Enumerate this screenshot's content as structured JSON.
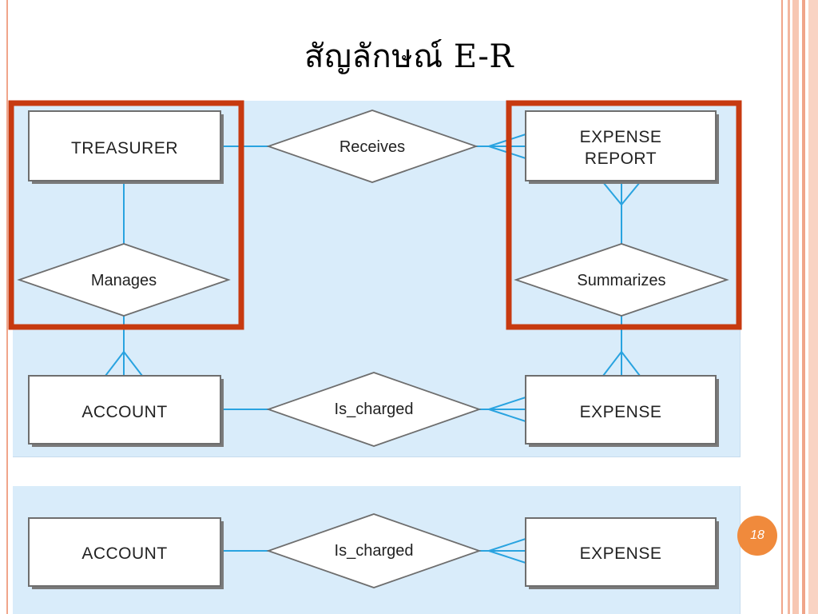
{
  "slide": {
    "title": "สัญลักษณ์ E-R",
    "page_number": "18"
  },
  "diagram_top": {
    "entities": {
      "treasurer": "TREASURER",
      "expense_report": [
        "EXPENSE",
        "REPORT"
      ],
      "account": "ACCOUNT",
      "expense": "EXPENSE"
    },
    "relationships": {
      "receives": "Receives",
      "manages": "Manages",
      "summarizes": "Summarizes",
      "is_charged": "Is_charged"
    }
  },
  "diagram_bottom": {
    "entities": {
      "account": "ACCOUNT",
      "expense": "EXPENSE"
    },
    "relationships": {
      "is_charged": "Is_charged"
    }
  },
  "colors": {
    "panel_bg": "#d9ecfa",
    "connector": "#29a3e0",
    "highlight": "#c73a10",
    "badge": "#f08a3c"
  }
}
